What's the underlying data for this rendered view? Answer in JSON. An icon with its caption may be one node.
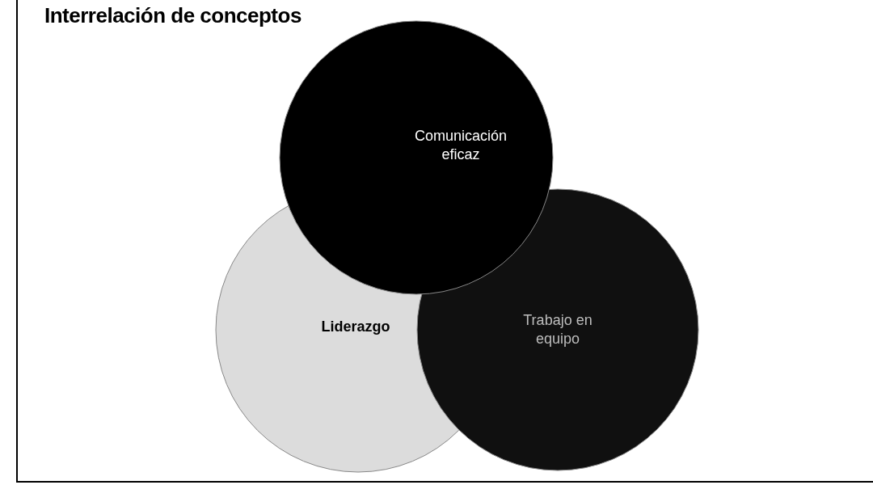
{
  "diagram": {
    "title": "Interrelación de conceptos",
    "nodes": [
      {
        "text": [
          "Comunicación eficaz"
        ]
      },
      {
        "text": [
          "Liderazgo"
        ]
      },
      {
        "text": [
          "Trabajo en equipo"
        ]
      }
    ],
    "edges": []
  }
}
